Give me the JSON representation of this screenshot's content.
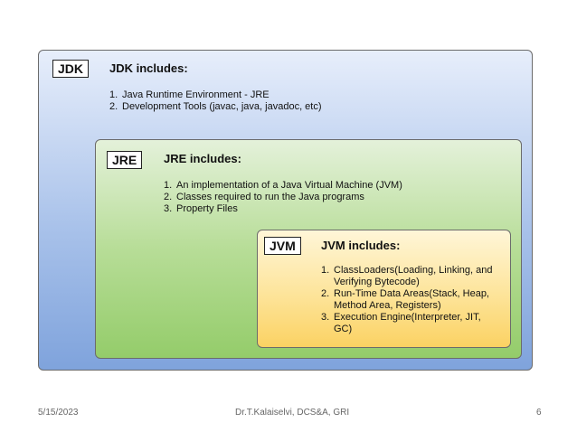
{
  "jdk": {
    "tag": "JDK",
    "heading": "JDK includes:",
    "items": [
      "Java Runtime Environment - JRE",
      "Development Tools (javac, java, javadoc, etc)"
    ]
  },
  "jre": {
    "tag": "JRE",
    "heading": "JRE includes:",
    "items": [
      "An implementation of a Java Virtual Machine (JVM)",
      "Classes required to run the Java programs",
      "Property Files"
    ]
  },
  "jvm": {
    "tag": "JVM",
    "heading": "JVM includes:",
    "items": [
      [
        "ClassLoaders(Loading, Linking, and",
        "Verifying Bytecode)"
      ],
      [
        "Run-Time Data Areas(Stack, Heap,",
        "Method Area, Registers)"
      ],
      [
        "Execution Engine(Interpreter, JIT,",
        "GC)"
      ]
    ]
  },
  "footer": {
    "date": "5/15/2023",
    "author": "Dr.T.Kalaiselvi, DCS&A, GRI",
    "page": "6"
  },
  "colors": {
    "jdk": "#a9c2ea",
    "jre": "#b7dd97",
    "jvm": "#fde49a"
  }
}
